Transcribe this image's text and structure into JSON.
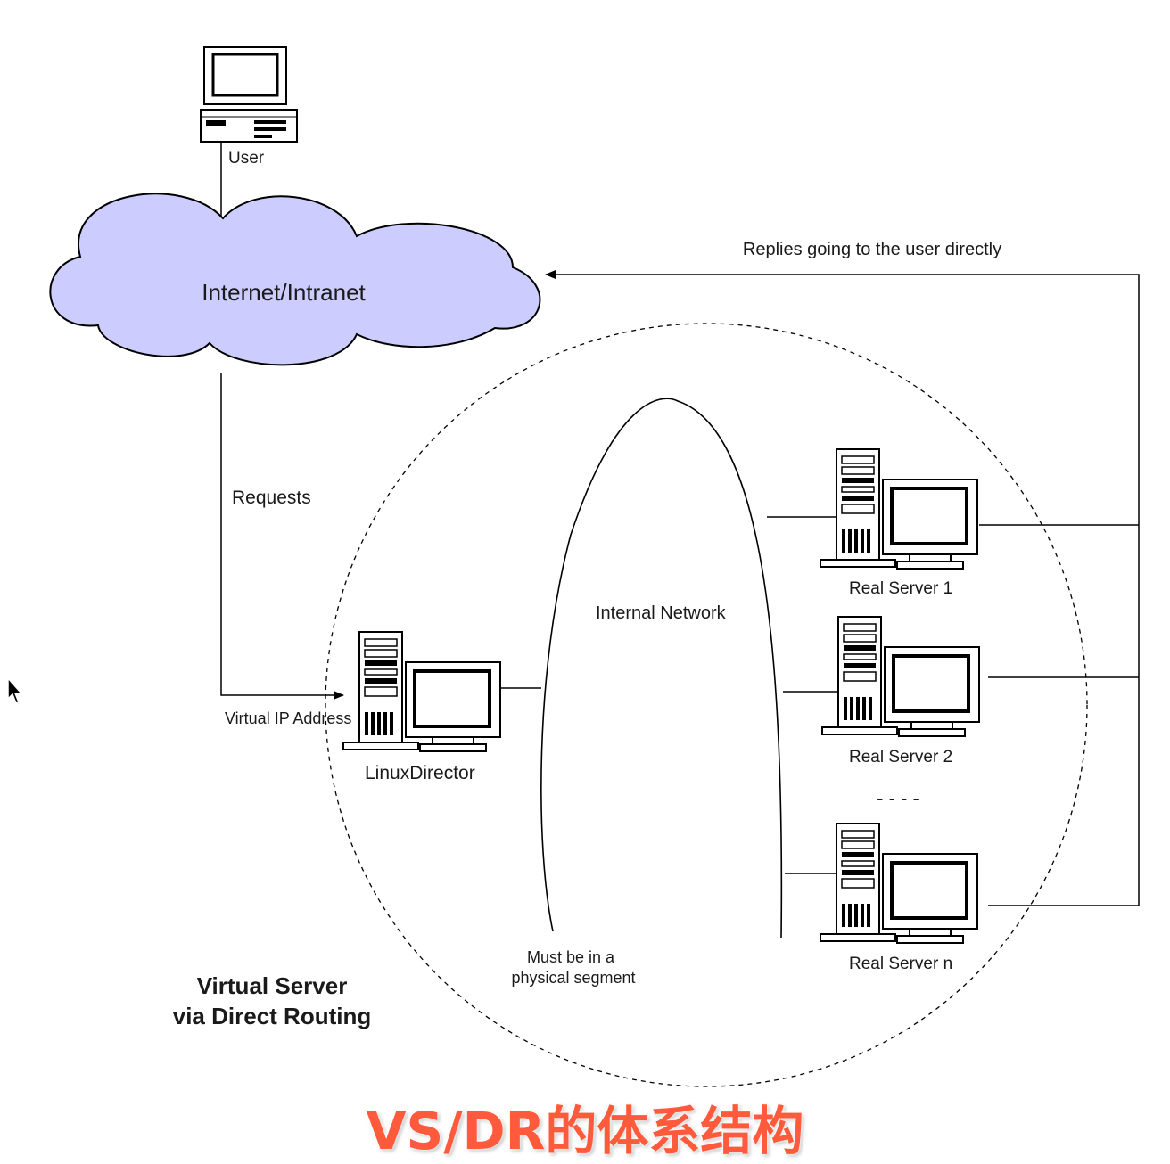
{
  "labels": {
    "user": "User",
    "cloud": "Internet/Intranet",
    "replies": "Replies going to the user directly",
    "requests": "Requests",
    "vip": "Virtual IP Address",
    "director": "LinuxDirector",
    "internal_network": "Internal Network",
    "real_server_1": "Real Server 1",
    "real_server_2": "Real Server 2",
    "real_server_n": "Real Server n",
    "ellipsis": "- - - -",
    "segment_line1": "Must be in a",
    "segment_line2": "physical segment",
    "title_line1": "Virtual Server",
    "title_line2": "via Direct Routing"
  },
  "caption": "VS/DR的体系结构",
  "colors": {
    "cloud_fill": "#ccccff",
    "caption": "#ff5a3c",
    "line": "#000000"
  }
}
